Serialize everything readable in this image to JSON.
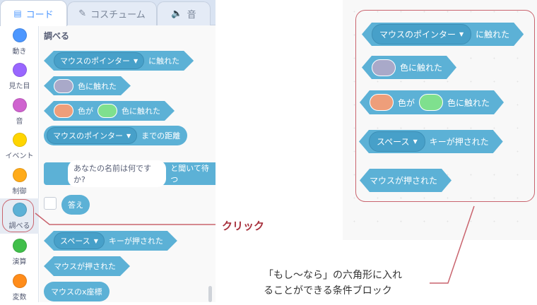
{
  "tabs": [
    {
      "label": "コード",
      "icon": "code-icon",
      "active": true
    },
    {
      "label": "コスチューム",
      "icon": "brush-icon"
    },
    {
      "label": "音",
      "icon": "speaker-icon"
    }
  ],
  "categories": [
    {
      "label": "動き",
      "color": "#4c97ff"
    },
    {
      "label": "見た目",
      "color": "#9966ff"
    },
    {
      "label": "音",
      "color": "#cf63cf"
    },
    {
      "label": "イベント",
      "color": "#ffd500"
    },
    {
      "label": "制御",
      "color": "#ffab19"
    },
    {
      "label": "調べる",
      "color": "#5cb1d6",
      "selected": true
    },
    {
      "label": "演算",
      "color": "#40bf4a"
    },
    {
      "label": "変数",
      "color": "#ff8c1a"
    }
  ],
  "palette": {
    "title": "調べる",
    "touching": {
      "dropdown": "マウスのポインター",
      "suffix": "に触れた"
    },
    "touching_color": {
      "label": "色に触れた",
      "color": "#a9a9c9"
    },
    "color_touching": {
      "mid": "色が",
      "suffix": "色に触れた",
      "color1": "#ee9e7a",
      "color2": "#7fe08e"
    },
    "distance": {
      "dropdown": "マウスのポインター",
      "suffix": "までの距離"
    },
    "ask": {
      "input": "あなたの名前は何ですか?",
      "suffix": "と聞いて待つ"
    },
    "answer": "答え",
    "key_pressed": {
      "dropdown": "スペース",
      "suffix": "キーが押された"
    },
    "mouse_down": "マウスが押された",
    "mouse_x": "マウスのx座標"
  },
  "annotation": {
    "click": "クリック",
    "note_line1": "「もし〜なら」の六角形に入れ",
    "note_line2": "ることができる条件ブロック",
    "accent": "#c9646e"
  }
}
